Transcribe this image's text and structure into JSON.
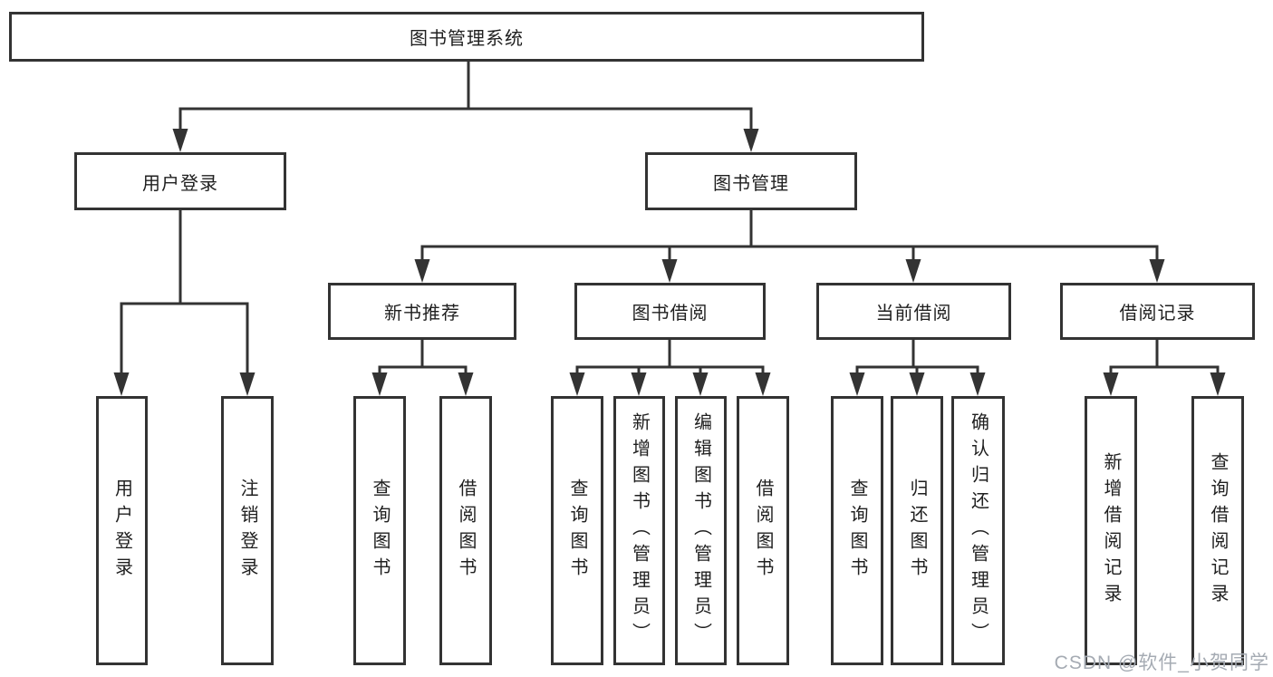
{
  "colors": {
    "line": "#333333",
    "box_border": "#333333",
    "box_background": "#ffffff",
    "text": "#1f1f1f",
    "page_background": "#ffffff",
    "watermark": "#a5abb3"
  },
  "watermark": {
    "text": "CSDN @软件_小贺同学"
  },
  "tree": {
    "root": {
      "label": "图书管理系统",
      "children": [
        {
          "label": "用户登录",
          "children": [
            {
              "label": "用户登录"
            },
            {
              "label": "注销登录"
            }
          ]
        },
        {
          "label": "图书管理",
          "children": [
            {
              "label": "新书推荐",
              "children": [
                {
                  "label": "查询图书"
                },
                {
                  "label": "借阅图书"
                }
              ]
            },
            {
              "label": "图书借阅",
              "children": [
                {
                  "label": "查询图书"
                },
                {
                  "label": "新增图书（管理员）"
                },
                {
                  "label": "编辑图书（管理员）"
                },
                {
                  "label": "借阅图书"
                }
              ]
            },
            {
              "label": "当前借阅",
              "children": [
                {
                  "label": "查询图书"
                },
                {
                  "label": "归还图书"
                },
                {
                  "label": "确认归还（管理员）"
                }
              ]
            },
            {
              "label": "借阅记录",
              "children": [
                {
                  "label": "新增借阅记录"
                },
                {
                  "label": "查询借阅记录"
                }
              ]
            }
          ]
        }
      ]
    }
  }
}
